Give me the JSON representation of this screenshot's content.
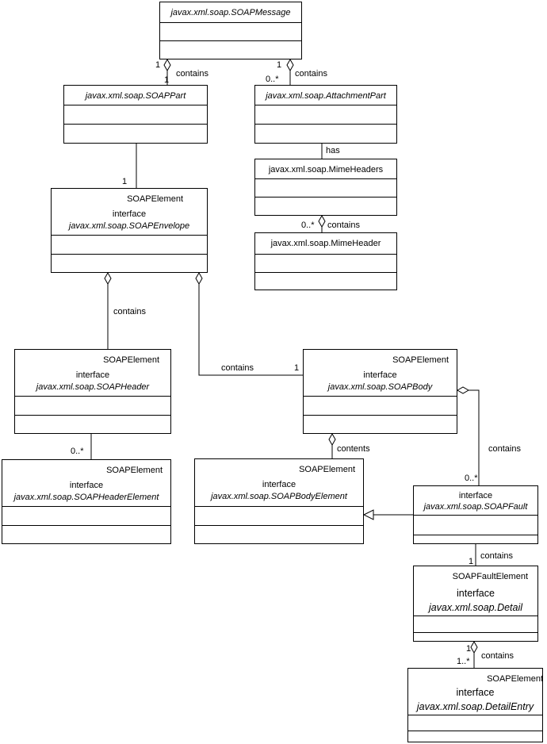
{
  "classes": {
    "soap_message": {
      "name": "javax.xml.soap.SOAPMessage"
    },
    "soap_part": {
      "name": "javax.xml.soap.SOAPPart"
    },
    "attachment_part": {
      "name": "javax.xml.soap.AttachmentPart"
    },
    "mime_headers": {
      "name": "javax.xml.soap.MimeHeaders"
    },
    "mime_header": {
      "name": "javax.xml.soap.MimeHeader"
    },
    "soap_envelope": {
      "stereotype": "SOAPElement",
      "kind": "interface",
      "name": "javax.xml.soap.SOAPEnvelope"
    },
    "soap_header": {
      "stereotype": "SOAPElement",
      "kind": "interface",
      "name": "javax.xml.soap.SOAPHeader"
    },
    "soap_body": {
      "stereotype": "SOAPElement",
      "kind": "interface",
      "name": "javax.xml.soap.SOAPBody"
    },
    "soap_header_element": {
      "stereotype": "SOAPElement",
      "kind": "interface",
      "name": "javax.xml.soap.SOAPHeaderElement"
    },
    "soap_body_element": {
      "stereotype": "SOAPElement",
      "kind": "interface",
      "name": "javax.xml.soap.SOAPBodyElement"
    },
    "soap_fault": {
      "kind": "interface",
      "name": "javax.xml.soap.SOAPFault"
    },
    "detail": {
      "stereotype": "SOAPFaultElement",
      "kind": "interface",
      "name": "javax.xml.soap.Detail"
    },
    "detail_entry": {
      "stereotype": "SOAPElement",
      "kind": "interface",
      "name": "javax.xml.soap.DetailEntry"
    }
  },
  "relations": {
    "message_soappart": {
      "label": "contains",
      "mult_a": "1",
      "mult_b": "1"
    },
    "message_attachment": {
      "label": "contains",
      "mult_a": "1",
      "mult_b": "0..*"
    },
    "attachment_mimeheaders": {
      "label": "has"
    },
    "mimeheaders_mimeheader": {
      "label": "contains",
      "mult": "0..*"
    },
    "soappart_envelope": {
      "mult": "1"
    },
    "envelope_header": {
      "label": "contains"
    },
    "envelope_body": {
      "label": "contains",
      "mult": "1"
    },
    "header_headerelement": {
      "mult": "0..*"
    },
    "body_bodyelement": {
      "label": "contents"
    },
    "body_fault": {
      "label": "contains",
      "mult": "0..*"
    },
    "fault_detail": {
      "label": "contains",
      "mult": "1"
    },
    "detail_entry": {
      "label": "contains",
      "mult_a": "1",
      "mult_b": "1..*"
    }
  }
}
